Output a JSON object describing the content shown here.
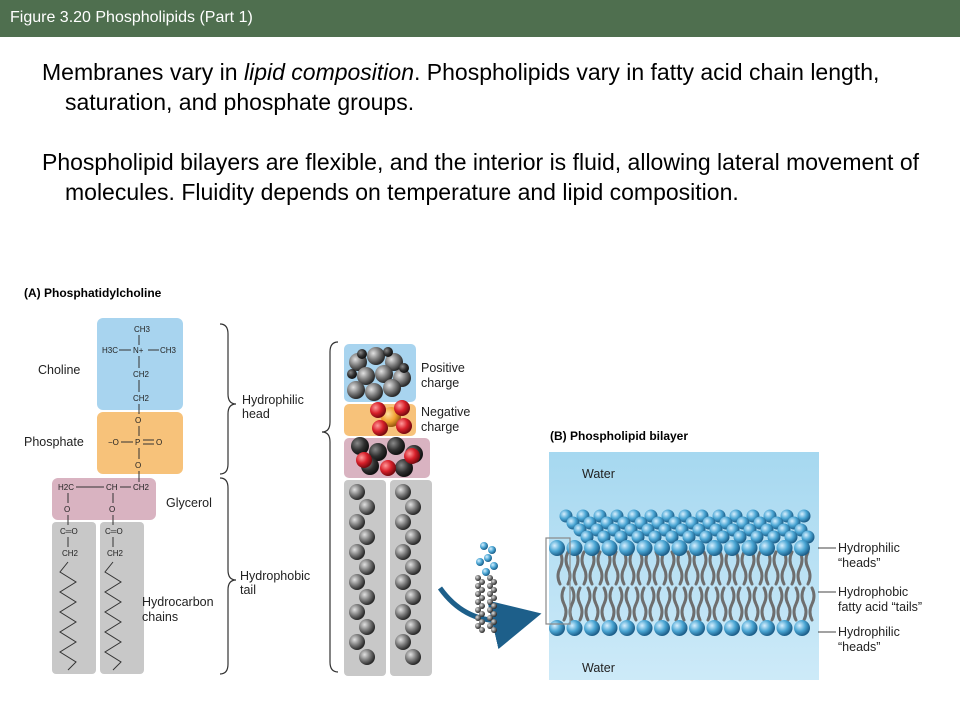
{
  "title_bar": {
    "text": "Figure 3.20  Phospholipids (Part 1)"
  },
  "body_text": {
    "p1": {
      "a": "Membranes vary in ",
      "b": "lipid composition",
      "c": ". Phospholipids vary in fatty acid chain length, saturation, and phosphate groups."
    },
    "p2": "Phospholipid bilayers are flexible, and the interior is fluid, allowing lateral movement of molecules. Fluidity depends on temperature and lipid composition."
  },
  "panel_a": {
    "title": "(A)  Phosphatidylcholine",
    "labels": {
      "choline": "Choline",
      "phosphate": "Phosphate",
      "glycerol": "Glycerol",
      "hydrocarbon_1": "Hydrocarbon",
      "hydrocarbon_2": "chains",
      "hydrophilic_1": "Hydrophilic",
      "hydrophilic_2": "head",
      "hydrophobic_1": "Hydrophobic",
      "hydrophobic_2": "tail",
      "positive_1": "Positive",
      "positive_2": "charge",
      "negative_1": "Negative",
      "negative_2": "charge"
    },
    "chem": {
      "ch3_top": "CH3",
      "h3c": "H3C",
      "n_plus": "N+",
      "ch3_right": "CH3",
      "ch2_a": "CH2",
      "ch2_b": "CH2",
      "o_a": "O",
      "o_minus": "−O",
      "p": "P",
      "o_eq": "O",
      "o_b": "O",
      "h2c": "H2C",
      "ch": "CH",
      "ch2_c": "CH2",
      "o_c": "O",
      "o_d": "O",
      "c_eq_o_1": "C═O",
      "c_eq_o_2": "C═O",
      "ch2_d": "CH2",
      "ch2_e": "CH2"
    }
  },
  "panel_b": {
    "title": "(B)  Phospholipid bilayer",
    "water_top": "Water",
    "water_bottom": "Water",
    "labels": {
      "heads_top_1": "Hydrophilic",
      "heads_top_2": "“heads”",
      "tails_1": "Hydrophobic",
      "tails_2": "fatty acid “tails”",
      "heads_bottom_1": "Hydrophilic",
      "heads_bottom_2": "“heads”"
    }
  },
  "colors": {
    "title_bar": "#4f6f4f",
    "choline_box": "#a8d4ef",
    "phosphate_box": "#f7c27a",
    "glycerol_box": "#d9b3c1",
    "chain_box": "#c8c8c8",
    "water": "#b9e1f4",
    "head_bead": "#4aa6d4",
    "oxygen": "#d8202a",
    "phosphorus": "#f0a030"
  }
}
